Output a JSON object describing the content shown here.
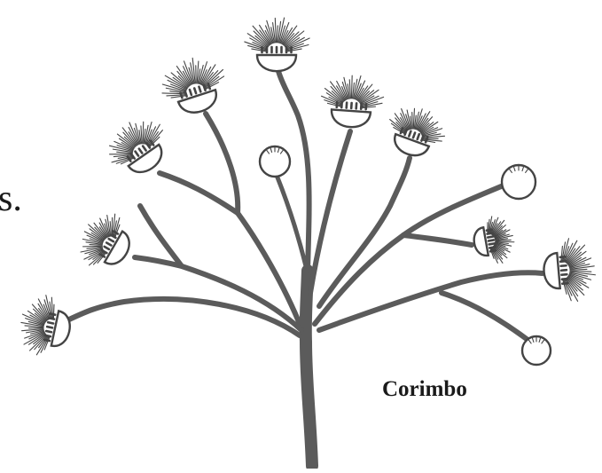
{
  "diagram": {
    "caption": "Corimbo",
    "edge_text": "s.",
    "colors": {
      "stem": "#5b5b5b",
      "outline": "#444444",
      "text": "#1a1a1a"
    },
    "flower_heads": [
      {
        "id": "head-top",
        "kind": "open"
      },
      {
        "id": "head-upper-left",
        "kind": "open"
      },
      {
        "id": "head-upper-right",
        "kind": "open"
      },
      {
        "id": "head-right-mid",
        "kind": "open"
      },
      {
        "id": "head-left-mid",
        "kind": "open"
      },
      {
        "id": "head-left-lower",
        "kind": "open"
      },
      {
        "id": "head-far-left",
        "kind": "open"
      },
      {
        "id": "head-right-small",
        "kind": "open"
      },
      {
        "id": "head-far-right",
        "kind": "open"
      },
      {
        "id": "bud-center",
        "kind": "bud"
      },
      {
        "id": "bud-right-upper",
        "kind": "bud"
      },
      {
        "id": "bud-right-lower",
        "kind": "bud"
      }
    ]
  }
}
